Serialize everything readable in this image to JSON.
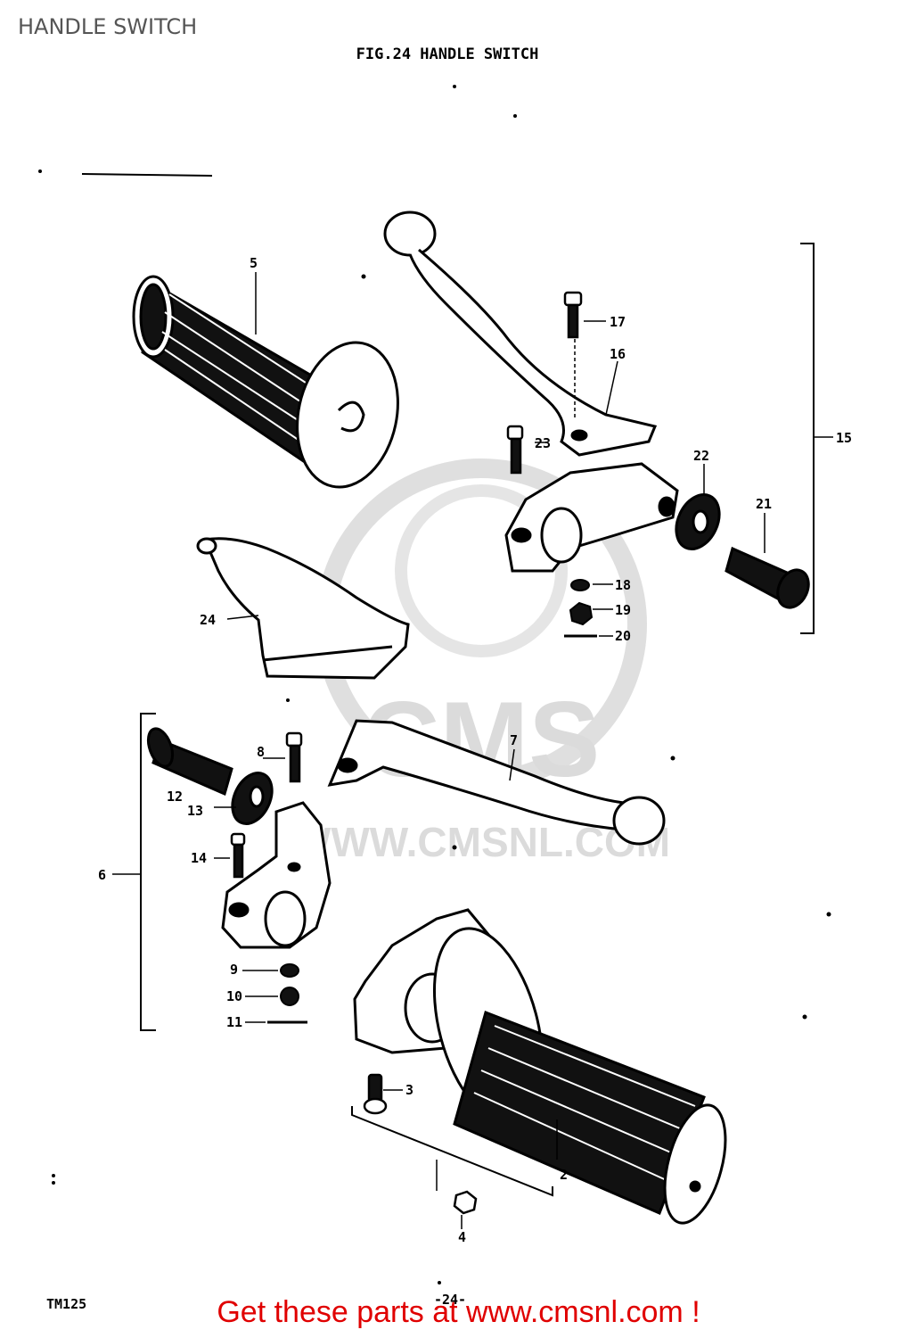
{
  "page": {
    "title": "HANDLE SWITCH"
  },
  "figure": {
    "title": "FIG.24  HANDLE SWITCH",
    "code": "TM125",
    "page_number": "-24-"
  },
  "watermark": {
    "logo": "CMS",
    "site": "WWW.CMSNL.COM"
  },
  "callouts": [
    "2",
    "3",
    "4",
    "5",
    "6",
    "7",
    "8",
    "9",
    "10",
    "11",
    "12",
    "13",
    "14",
    "15",
    "16",
    "17",
    "18",
    "19",
    "20",
    "21",
    "22",
    "23",
    "24"
  ],
  "footer": {
    "link_text": "Get these parts at www.cmsnl.com !"
  }
}
